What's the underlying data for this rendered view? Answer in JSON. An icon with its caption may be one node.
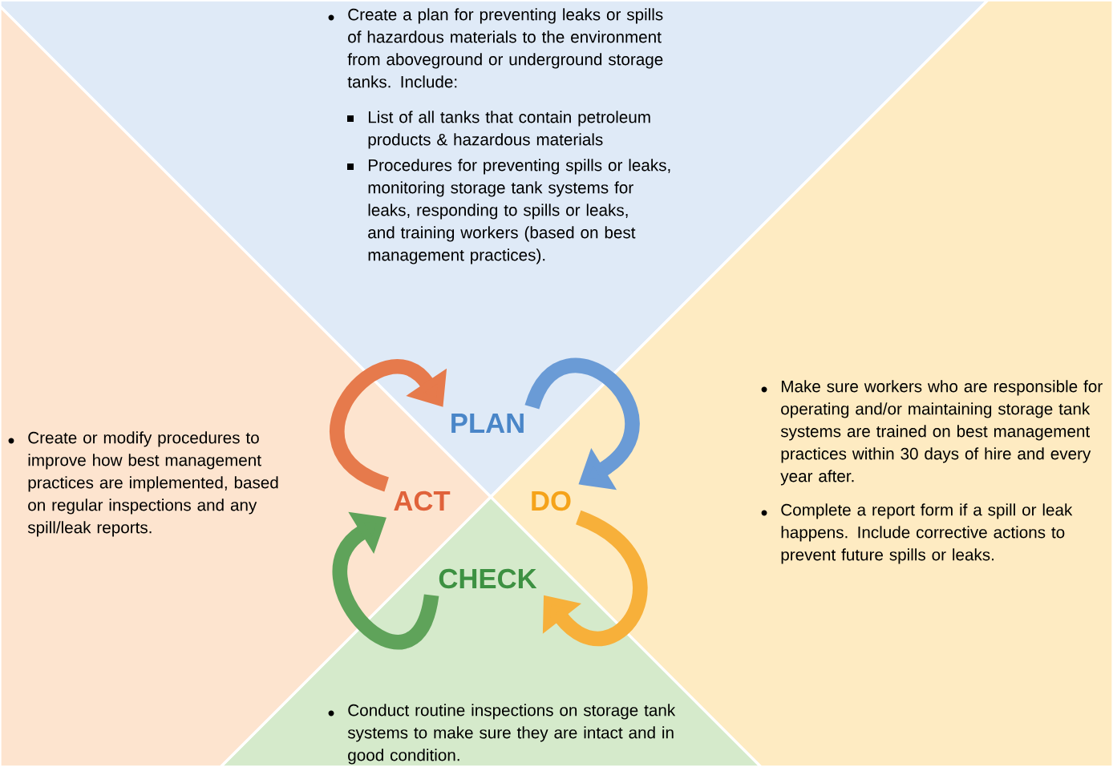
{
  "diagram": {
    "nodes": [
      {
        "text": [
          "Create a plan for preventing leaks or spills of hazardous materials to the environment from aboveground or underground storage tanks. Include:",
          "List of all tanks that contain petroleum products & hazardous materials",
          "Procedures for preventing spills or leaks, monitoring storage tank systems for leaks, responding to spills or leaks, and training workers (based on best management practices).",
          "PLAN"
        ]
      },
      {
        "text": [
          "DO",
          "Make sure workers who are responsible for operating and/or maintaining storage tank systems are trained on best management practices within 30 days of hire and every year after.",
          "Complete a report form if a spill or leak happens. Include corrective actions to prevent future spills or leaks."
        ]
      },
      {
        "text": [
          "CHECK",
          "Conduct routine inspections on storage tank systems to make sure they are intact and in good condition."
        ]
      },
      {
        "text": [
          "Create or modify procedures to improve how best management practices are implemented, based on regular inspections and any spill/leak reports.",
          "ACT"
        ]
      }
    ],
    "edges": [
      {
        "from": 0,
        "to": 1,
        "arrow": "to",
        "color": "#6a9bd6"
      },
      {
        "from": 1,
        "to": 2,
        "arrow": "to",
        "color": "#f7b03a"
      },
      {
        "from": 2,
        "to": 3,
        "arrow": "to",
        "color": "#5fa35a"
      },
      {
        "from": 3,
        "to": 0,
        "arrow": "to",
        "color": "#e67a4c"
      }
    ]
  }
}
